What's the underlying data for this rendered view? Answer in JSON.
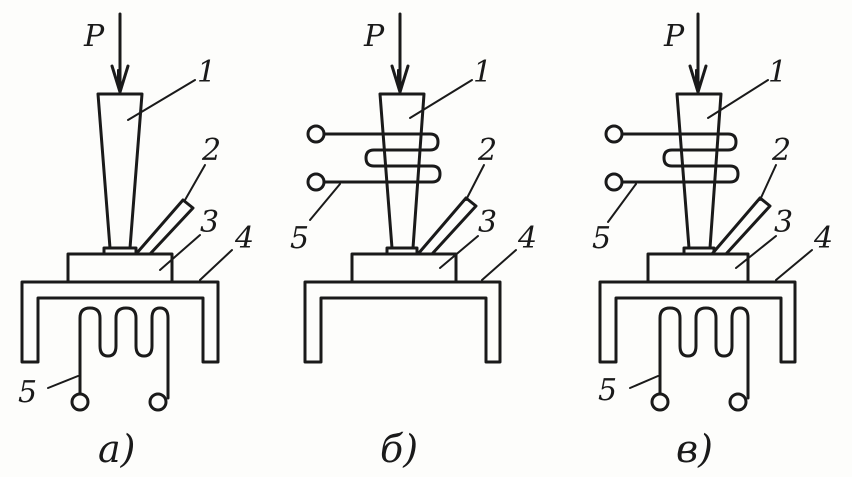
{
  "force_label": "P",
  "part_labels": [
    "1",
    "2",
    "3",
    "4",
    "5"
  ],
  "panels": [
    {
      "caption": "а)",
      "heater": "base"
    },
    {
      "caption": "б)",
      "heater": "coil"
    },
    {
      "caption": "в)",
      "heater": "both"
    }
  ]
}
